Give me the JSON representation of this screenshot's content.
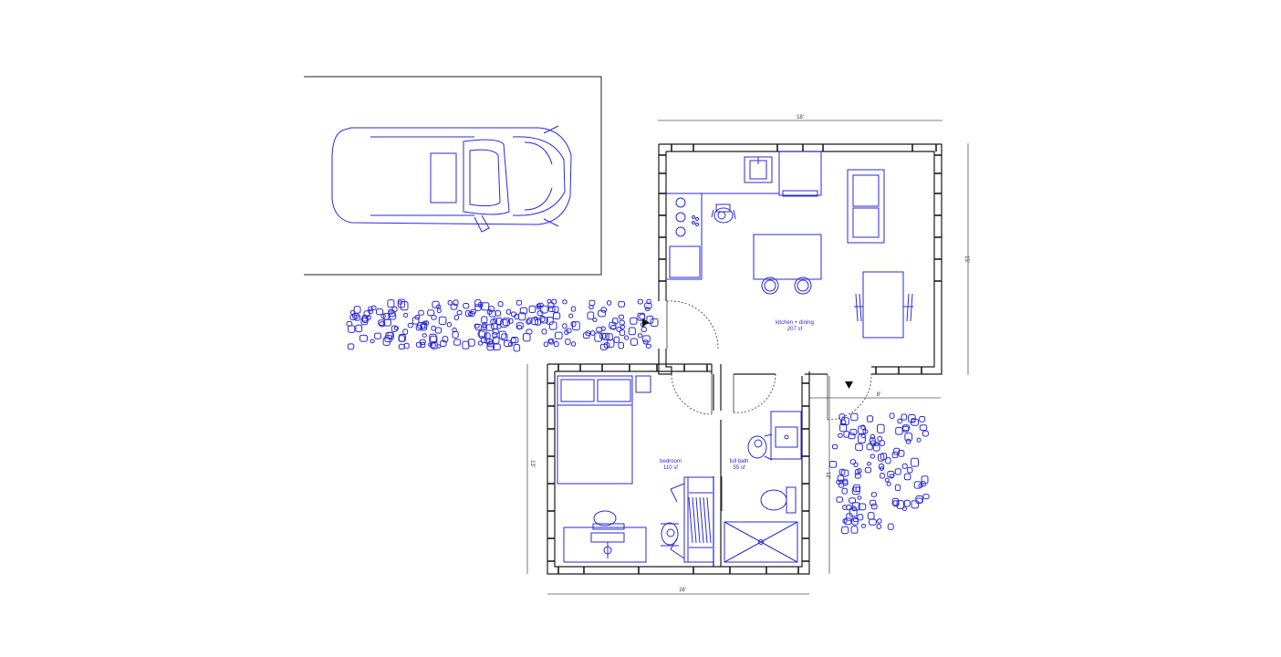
{
  "rooms": {
    "kitchen": {
      "name": "kitchen + dining",
      "area": "207 sf"
    },
    "bedroom": {
      "name": "bedroom",
      "area": "110 sf"
    },
    "bath": {
      "name": "full bath",
      "area": "55 sf"
    }
  },
  "dimensions": {
    "top_width": "18'",
    "right_height": "15'",
    "bottom_width": "16'",
    "left_height": "13'",
    "porch_width": "8'",
    "porch_height": "12'"
  },
  "colors": {
    "wall": "#1a1a1a",
    "fixture": "#2a2ad8",
    "dimension_line": "#444444"
  }
}
